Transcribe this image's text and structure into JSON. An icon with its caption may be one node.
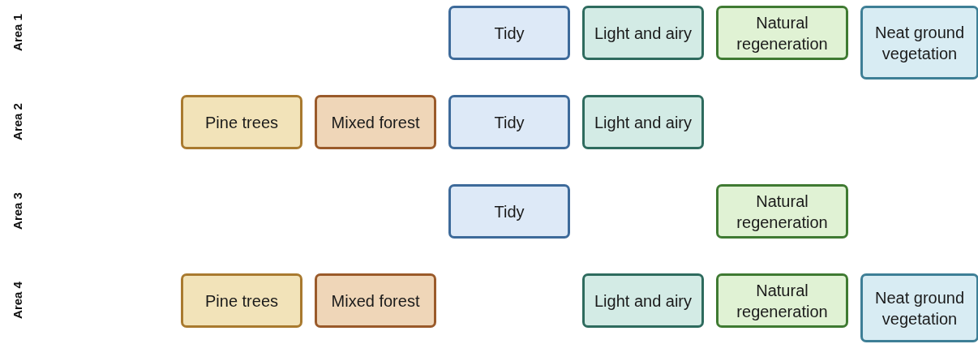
{
  "diagram": {
    "nodes": [
      {
        "text": [
          "Tidy"
        ]
      },
      {
        "text": [
          "Light and airy"
        ]
      },
      {
        "text": [
          "Natural regeneration"
        ]
      },
      {
        "text": [
          "Neat ground vegetation"
        ]
      },
      {
        "text": [
          "Pine trees"
        ]
      },
      {
        "text": [
          "Mixed forest"
        ]
      },
      {
        "text": [
          "Tidy"
        ]
      },
      {
        "text": [
          "Light and airy"
        ]
      },
      {
        "text": [
          "Tidy"
        ]
      },
      {
        "text": [
          "Natural regeneration"
        ]
      },
      {
        "text": [
          "Pine trees"
        ]
      },
      {
        "text": [
          "Mixed forest"
        ]
      },
      {
        "text": [
          "Light and airy"
        ]
      },
      {
        "text": [
          "Natural regeneration"
        ]
      },
      {
        "text": [
          "Neat ground vegetation"
        ]
      }
    ],
    "labels": [
      "Area 1",
      "Area 2",
      "Area 3",
      "Area 4"
    ]
  }
}
